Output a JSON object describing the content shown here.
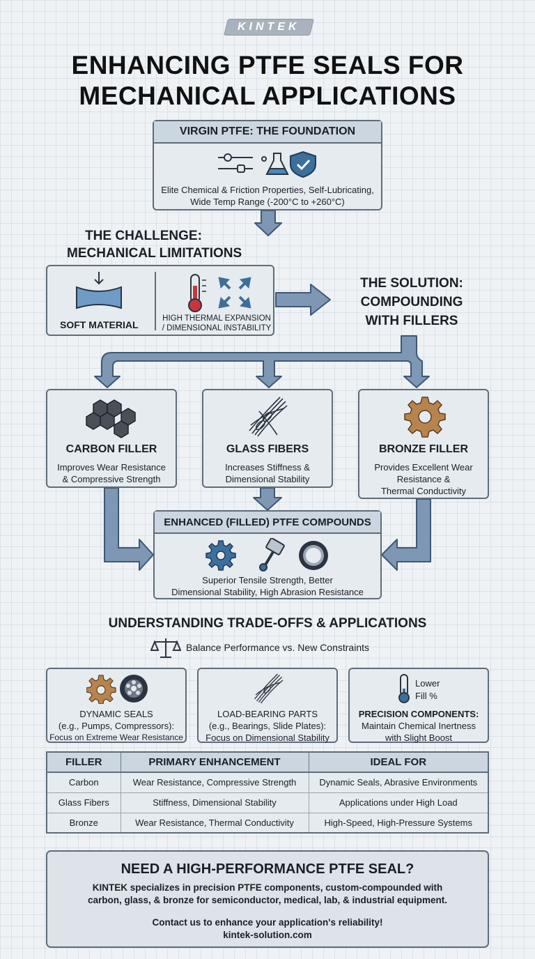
{
  "brand": "KINTEK",
  "title_line1": "ENHANCING PTFE SEALS FOR",
  "title_line2": "MECHANICAL APPLICATIONS",
  "virgin": {
    "title": "VIRGIN PTFE: THE FOUNDATION",
    "text_line1": "Elite Chemical & Friction Properties, Self-Lubricating,",
    "text_line2": "Wide Temp Range (-200°C to +260°C)"
  },
  "challenge": {
    "title_line1": "THE CHALLENGE:",
    "title_line2": "MECHANICAL LIMITATIONS",
    "soft_label": "SOFT MATERIAL",
    "thermal_line1": "HIGH THERMAL EXPANSION",
    "thermal_line2": "/ DIMENSIONAL INSTABILITY"
  },
  "solution": {
    "line1": "THE SOLUTION:",
    "line2": "COMPOUNDING",
    "line3": "WITH FILLERS"
  },
  "fillers": [
    {
      "name": "CARBON FILLER",
      "desc_line1": "Improves Wear Resistance",
      "desc_line2": "& Compressive Strength",
      "desc_line3": ""
    },
    {
      "name": "GLASS FIBERS",
      "desc_line1": "Increases Stiffness &",
      "desc_line2": "Dimensional Stability",
      "desc_line3": ""
    },
    {
      "name": "BRONZE FILLER",
      "desc_line1": "Provides Excellent Wear",
      "desc_line2": "Resistance &",
      "desc_line3": "Thermal Conductivity"
    }
  ],
  "enhanced": {
    "title": "ENHANCED (FILLED) PTFE COMPOUNDS",
    "text_line1": "Superior Tensile Strength, Better",
    "text_line2": "Dimensional Stability, High Abrasion Resistance"
  },
  "tradeoffs": {
    "title": "UNDERSTANDING TRADE-OFFS & APPLICATIONS",
    "subtitle": "Balance Performance vs. New Constraints",
    "cards": [
      {
        "title": "DYNAMIC SEALS",
        "line2": "(e.g., Pumps, Compressors):",
        "line3": "Focus on Extreme Wear Resistance"
      },
      {
        "title": "LOAD-BEARING PARTS",
        "line2": "(e.g., Bearings, Slide Plates):",
        "line3": "Focus on Dimensional Stability"
      },
      {
        "title": "PRECISION COMPONENTS:",
        "line2": "Maintain Chemical Inertness",
        "line3": "with Slight Boost",
        "note_line1": "Lower",
        "note_line2": "Fill %"
      }
    ]
  },
  "table": {
    "headers": [
      "FILLER",
      "PRIMARY ENHANCEMENT",
      "IDEAL FOR"
    ],
    "rows": [
      [
        "Carbon",
        "Wear Resistance, Compressive Strength",
        "Dynamic Seals, Abrasive Environments"
      ],
      [
        "Glass Fibers",
        "Stiffness, Dimensional Stability",
        "Applications under High Load"
      ],
      [
        "Bronze",
        "Wear Resistance, Thermal Conductivity",
        "High-Speed, High-Pressure Systems"
      ]
    ]
  },
  "cta": {
    "title": "NEED A HIGH-PERFORMANCE PTFE SEAL?",
    "line1": "KINTEK specializes in precision PTFE components, custom-compounded with",
    "line2": "carbon, glass, & bronze for semiconductor, medical, lab, & industrial equipment.",
    "line3": "Contact us to enhance your application's reliability!",
    "url": "kintek-solution.com"
  },
  "colors": {
    "arrow_fill": "#7d97b4",
    "arrow_stroke": "#3f5872",
    "box_bg": "#e6ebef",
    "header_bg": "#cbd6e0",
    "icon_blue": "#3c6f9c",
    "bronze": "#b8844e"
  }
}
